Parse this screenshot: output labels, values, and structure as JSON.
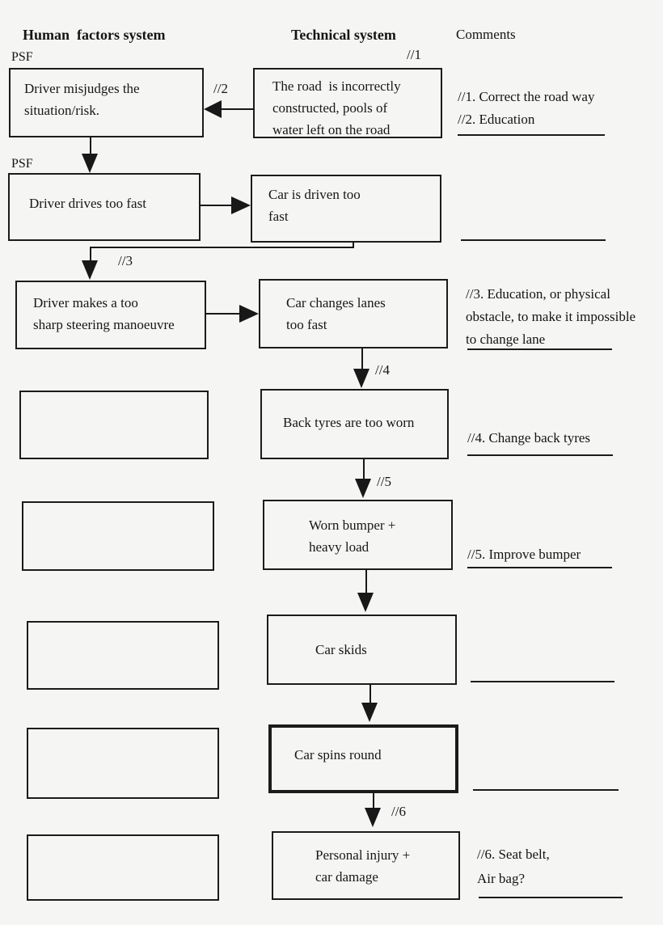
{
  "colors": {
    "background": "#f5f5f3",
    "ink": "#1b1b1b"
  },
  "column_headers": {
    "human_factors": "Human  factors system",
    "technical": "Technical system",
    "comments": "Comments"
  },
  "psf_labels": {
    "row1": "PSF",
    "row2": "PSF"
  },
  "human_factors_boxes": {
    "box1": "Driver misjudges the\nsituation/risk.",
    "box2": "Driver drives too fast",
    "box3": "Driver makes a too\nsharp steering manoeuvre"
  },
  "technical_boxes": {
    "box1": "The road  is incorrectly\nconstructed, pools of\nwater left on the road",
    "box2": "Car is driven too\nfast",
    "box3": "Car changes lanes\ntoo fast",
    "box4": "Back tyres are too worn",
    "box5": "Worn bumper +\nheavy load",
    "box6": "Car skids",
    "box7": "Car spins round",
    "box8": "Personal injury +\ncar damage"
  },
  "arrow_labels": {
    "l1": "//1",
    "l2": "//2",
    "l3": "//3",
    "l4": "//4",
    "l5": "//5",
    "l6": "//6"
  },
  "comments": {
    "c12": "//1. Correct the road way\n//2. Education",
    "c3": "//3. Education, or physical\nobstacle, to make it impossible\nto change lane",
    "c4": "//4. Change back tyres",
    "c5": "//5. Improve bumper",
    "c6": "//6. Seat belt,\nAir bag?"
  }
}
